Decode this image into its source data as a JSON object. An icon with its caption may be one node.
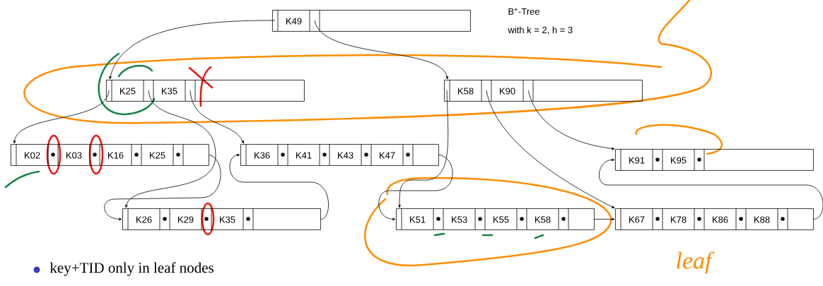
{
  "diagram": {
    "title": "B$^{+}$-Tree",
    "nodes": [
      {
        "text": [
          "K49"
        ]
      },
      {
        "text": [
          "K25",
          "K35"
        ]
      },
      {
        "text": [
          "K58",
          "K90"
        ]
      },
      {
        "text": [
          "K02",
          "K03",
          "K16",
          "K25"
        ]
      },
      {
        "text": [
          "K36",
          "K41",
          "K43",
          "K47"
        ]
      },
      {
        "text": [
          "K26",
          "K29",
          "K35"
        ]
      },
      {
        "text": [
          "K91",
          "K95"
        ]
      },
      {
        "text": [
          "K51",
          "K53",
          "K55",
          "K58"
        ]
      },
      {
        "text": [
          "K67",
          "K78",
          "K86",
          "K88"
        ]
      }
    ],
    "edges": [
      {
        "from": 0,
        "to": 1,
        "arrow": "to"
      },
      {
        "from": 0,
        "to": 2,
        "arrow": "to"
      },
      {
        "from": 1,
        "to": 3,
        "arrow": "to"
      },
      {
        "from": 1,
        "to": 5,
        "arrow": "to"
      },
      {
        "from": 1,
        "to": 4,
        "arrow": "to"
      },
      {
        "from": 2,
        "to": 7,
        "arrow": "to"
      },
      {
        "from": 2,
        "to": 8,
        "arrow": "to"
      },
      {
        "from": 2,
        "to": 6,
        "arrow": "to"
      },
      {
        "from": 3,
        "to": 5,
        "arrow": "to"
      },
      {
        "from": 5,
        "to": 4,
        "arrow": "to"
      },
      {
        "from": 4,
        "to": 7,
        "arrow": "to"
      },
      {
        "from": 7,
        "to": 8,
        "arrow": "to"
      },
      {
        "from": 8,
        "to": 6,
        "arrow": "to"
      }
    ],
    "labels": [
      "with k = 2, h = 3",
      "key+TID only in leaf nodes",
      "leaf"
    ]
  }
}
